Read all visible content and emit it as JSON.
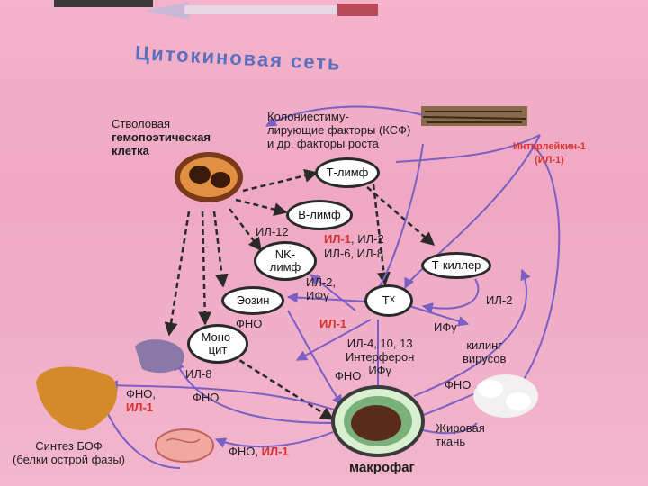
{
  "title": "Цитокиновая сеть",
  "stem_cell": {
    "line1": "Стволовая",
    "line2": "гемопоэтическая",
    "line3": "клетка"
  },
  "csf": {
    "line1": "Колониестиму-",
    "line2": "лирующие факторы (КСФ)",
    "line3": "и др. факторы роста"
  },
  "il1_label": {
    "line1": "Интерлейкин-1",
    "line2": "(ИЛ-1)"
  },
  "nodes": {
    "t_lymph": "Т-лимф",
    "b_lymph": "В-лимф",
    "nk_lymph_1": "NK-",
    "nk_lymph_2": "лимф",
    "t_killer": "Т-киллер",
    "eosin": "Эозин",
    "th": "Т",
    "th_sub": "Х",
    "monocyte_1": "Моно-",
    "monocyte_2": "цит"
  },
  "labels": {
    "il12": "ИЛ-12",
    "il1_red_a": "ИЛ-1",
    "il2_b": ", ИЛ-2",
    "il6_il8": "ИЛ-6, ИЛ-8",
    "il2_ifn_1": "ИЛ-2,",
    "il2_ifn_2": "ИФγ",
    "fno_eosin": "ФНО",
    "il1_mid": "ИЛ-1",
    "il2_right": "ИЛ-2",
    "ifg_right": "ИФγ",
    "killing_1": "килинг",
    "killing_2": "вирусов",
    "il4_1": "ИЛ-4, 10, 13",
    "il4_2": "Интерферон",
    "il4_3": "ИФγ",
    "il8": "ИЛ-8",
    "fno_mono": "ФНО",
    "fno_il1_left_1": "ФНО,",
    "fno_il1_left_2": "ИЛ-1",
    "fno_center": "ФНО",
    "fno_fat": "ФНО",
    "fno_brain": "ФНО, ",
    "il1_brain": "ИЛ-1",
    "fat_1": "Жировая",
    "fat_2": "ткань",
    "synth_1": "Синтез БОФ",
    "synth_2": "(белки острой фазы)",
    "macrophage": "макрофаг"
  },
  "colors": {
    "arrow_purple": "#7a5fc4",
    "dashed": "#2a2a2a",
    "accent_red": "#d8322e",
    "title_blue": "#5b6fbf"
  }
}
